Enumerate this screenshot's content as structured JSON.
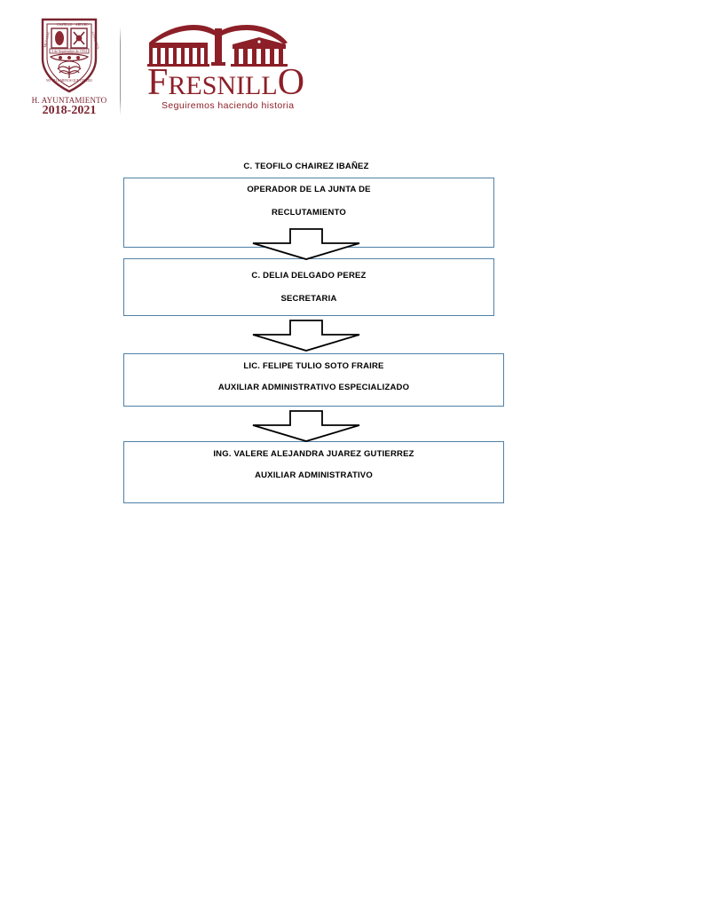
{
  "document": {
    "type": "organizational-chart",
    "page_background": "#ffffff"
  },
  "header": {
    "crest": {
      "icon": "municipal-coat-of-arms",
      "caption_line1": "H. AYUNTAMIENTO",
      "caption_line2": "2018-2021",
      "color": "#7b2430"
    },
    "divider": {
      "icon": "vertical-divider-line",
      "color": "#9a9a9a"
    },
    "brand": {
      "icon": "fresnillo-arch-landmark",
      "wordmark": "FRESNILLO",
      "tagline": "Seguiremos haciendo historia",
      "color": "#8c1f27"
    }
  },
  "chart_data": {
    "type": "diagram",
    "orientation": "vertical",
    "title": "",
    "box_border_color": "#4f81a8",
    "arrow_color": "#000000",
    "nodes": [
      {
        "id": "n1",
        "caption_above": "C. TEOFILO CHAIREZ IBAÑEZ",
        "lines": [
          "OPERADOR DE LA JUNTA DE",
          "RECLUTAMIENTO"
        ]
      },
      {
        "id": "n2",
        "caption_above": "",
        "lines": [
          "C. DELIA DELGADO PEREZ",
          "SECRETARIA"
        ]
      },
      {
        "id": "n3",
        "caption_above": "",
        "lines": [
          "LIC. FELIPE TULIO SOTO FRAIRE",
          "AUXILIAR ADMINISTRATIVO ESPECIALIZADO"
        ]
      },
      {
        "id": "n4",
        "caption_above": "",
        "lines": [
          "ING. VALERE ALEJANDRA JUAREZ GUTIERREZ",
          "AUXILIAR ADMINISTRATIVO"
        ]
      }
    ],
    "connectors": [
      {
        "from": "n1",
        "to": "n2",
        "icon": "down-block-arrow"
      },
      {
        "from": "n2",
        "to": "n3",
        "icon": "down-block-arrow"
      },
      {
        "from": "n3",
        "to": "n4",
        "icon": "down-block-arrow"
      }
    ]
  }
}
